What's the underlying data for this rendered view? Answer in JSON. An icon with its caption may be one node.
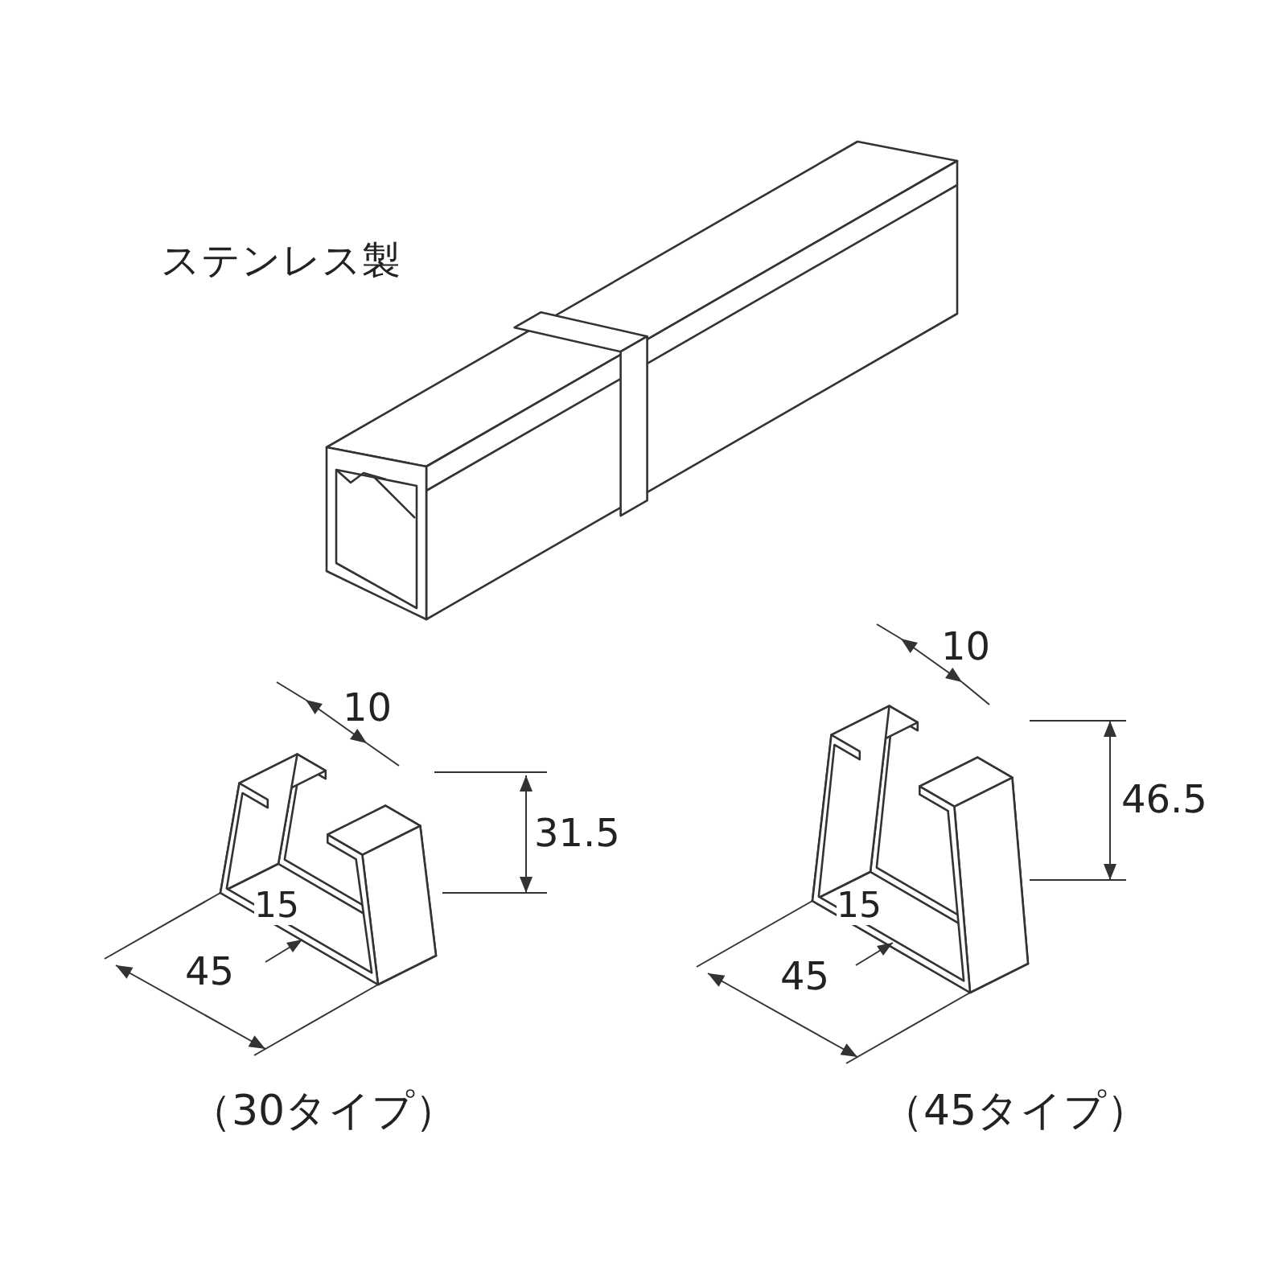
{
  "diagram": {
    "labels": [
      "ステンレス製",
      "10",
      "31.5",
      "15",
      "45",
      "（30タイプ）",
      "10",
      "46.5",
      "15",
      "45",
      "（45タイプ）"
    ]
  }
}
